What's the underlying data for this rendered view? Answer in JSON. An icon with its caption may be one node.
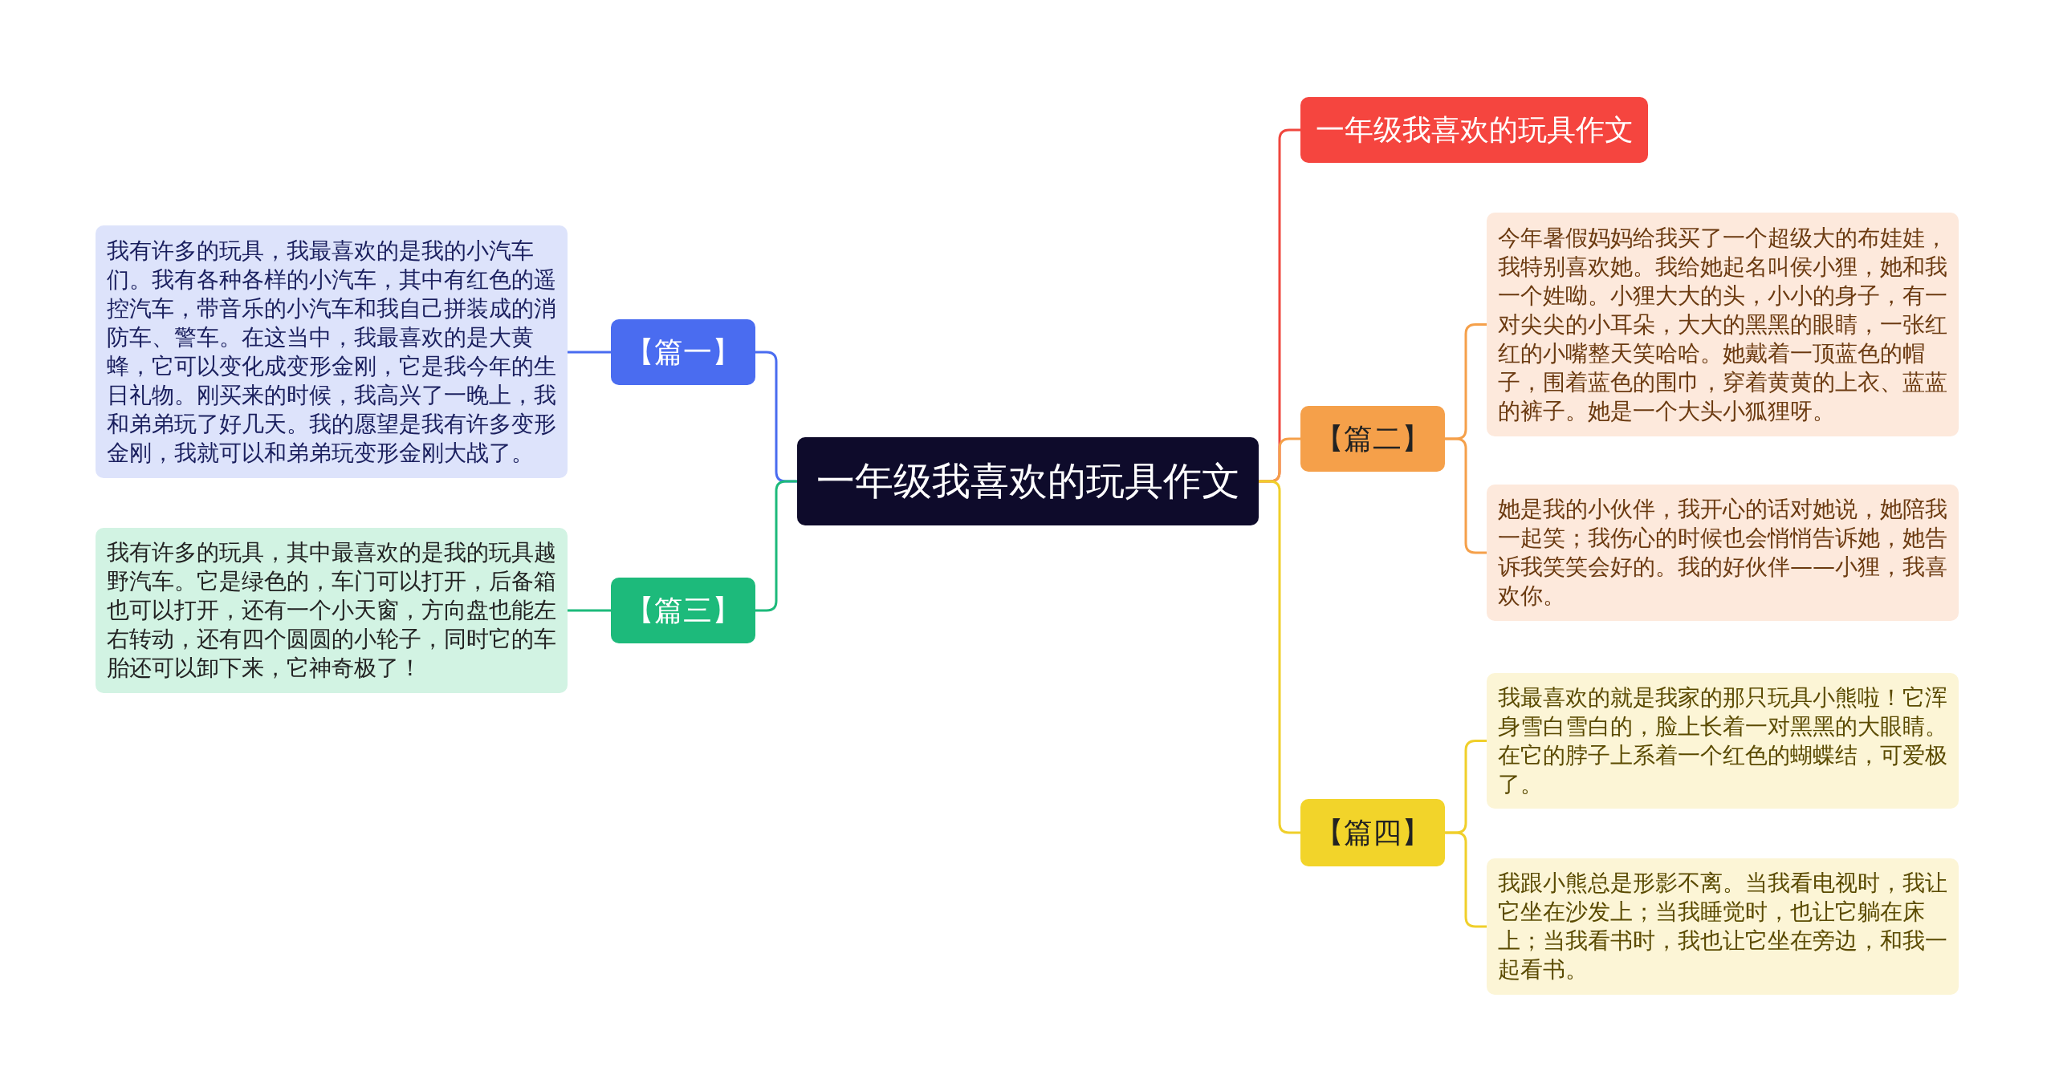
{
  "diagram": {
    "nodes": [
      {
        "text": [
          "一年级我喜欢的玩具作文"
        ]
      },
      {
        "text": [
          "一年级我喜欢的玩具作文"
        ]
      },
      {
        "text": [
          "【篇一】"
        ]
      },
      {
        "text": [
          "我有许多的玩具，我最喜欢的是我的小汽车们。我有各种各样的小汽车，其中有红色的遥控汽车，带音乐的小汽车和我自己拼装成的消防车、警车。在这当中，我最喜欢的是大黄蜂，它可以变化成变形金刚，它是我今年的生日礼物。刚买来的时候，我高兴了一晚上，我和弟弟玩了好几天。我的愿望是我有许多变形金刚，我就可以和弟弟玩变形金刚大战了。"
        ]
      },
      {
        "text": [
          "【篇三】"
        ]
      },
      {
        "text": [
          "我有许多的玩具，其中最喜欢的是我的玩具越野汽车。它是绿色的，车门可以打开，后备箱也可以打开，还有一个小天窗，方向盘也能左右转动，还有四个圆圆的小轮子，同时它的车胎还可以卸下来，它神奇极了！"
        ]
      },
      {
        "text": [
          "【篇二】"
        ]
      },
      {
        "text": [
          "今年暑假妈妈给我买了一个超级大的布娃娃，我特别喜欢她。我给她起名叫侯小狸，她和我一个姓呦。小狸大大的头，小小的身子，有一对尖尖的小耳朵，大大的黑黑的眼睛，一张红红的小嘴整天笑哈哈。她戴着一顶蓝色的帽子，围着蓝色的围巾，穿着黄黄的上衣、蓝蓝的裤子。她是一个大头小狐狸呀。"
        ]
      },
      {
        "text": [
          "她是我的小伙伴，我开心的话对她说，她陪我一起笑；我伤心的时候也会悄悄告诉她，她告诉我笑笑会好的。我的好伙伴——小狸，我喜欢你。"
        ]
      },
      {
        "text": [
          "【篇四】"
        ]
      },
      {
        "text": [
          "我最喜欢的就是我家的那只玩具小熊啦！它浑身雪白雪白的，脸上长着一对黑黑的大眼睛。在它的脖子上系着一个红色的蝴蝶结，可爱极了。"
        ]
      },
      {
        "text": [
          "我跟小熊总是形影不离。当我看电视时，我让它坐在沙发上；当我睡觉时，也让它躺在床上；当我看书时，我也让它坐在旁边，和我一起看书。"
        ]
      }
    ],
    "edges": [
      {
        "from": 0,
        "to": 1,
        "arrow": "none",
        "color": "#f0463e"
      },
      {
        "from": 0,
        "to": 2,
        "arrow": "none",
        "color": "#4a6cf0"
      },
      {
        "from": 2,
        "to": 3,
        "arrow": "none",
        "color": "#4a6cf0"
      },
      {
        "from": 0,
        "to": 4,
        "arrow": "none",
        "color": "#1dba7b"
      },
      {
        "from": 4,
        "to": 5,
        "arrow": "none",
        "color": "#1dba7b"
      },
      {
        "from": 0,
        "to": 6,
        "arrow": "none",
        "color": "#f5a04a"
      },
      {
        "from": 6,
        "to": 7,
        "arrow": "none",
        "color": "#f5a04a"
      },
      {
        "from": 6,
        "to": 8,
        "arrow": "none",
        "color": "#f5a04a"
      },
      {
        "from": 0,
        "to": 9,
        "arrow": "none",
        "color": "#f0cf2a"
      },
      {
        "from": 9,
        "to": 10,
        "arrow": "none",
        "color": "#f0cf2a"
      },
      {
        "from": 9,
        "to": 11,
        "arrow": "none",
        "color": "#f0cf2a"
      }
    ]
  }
}
